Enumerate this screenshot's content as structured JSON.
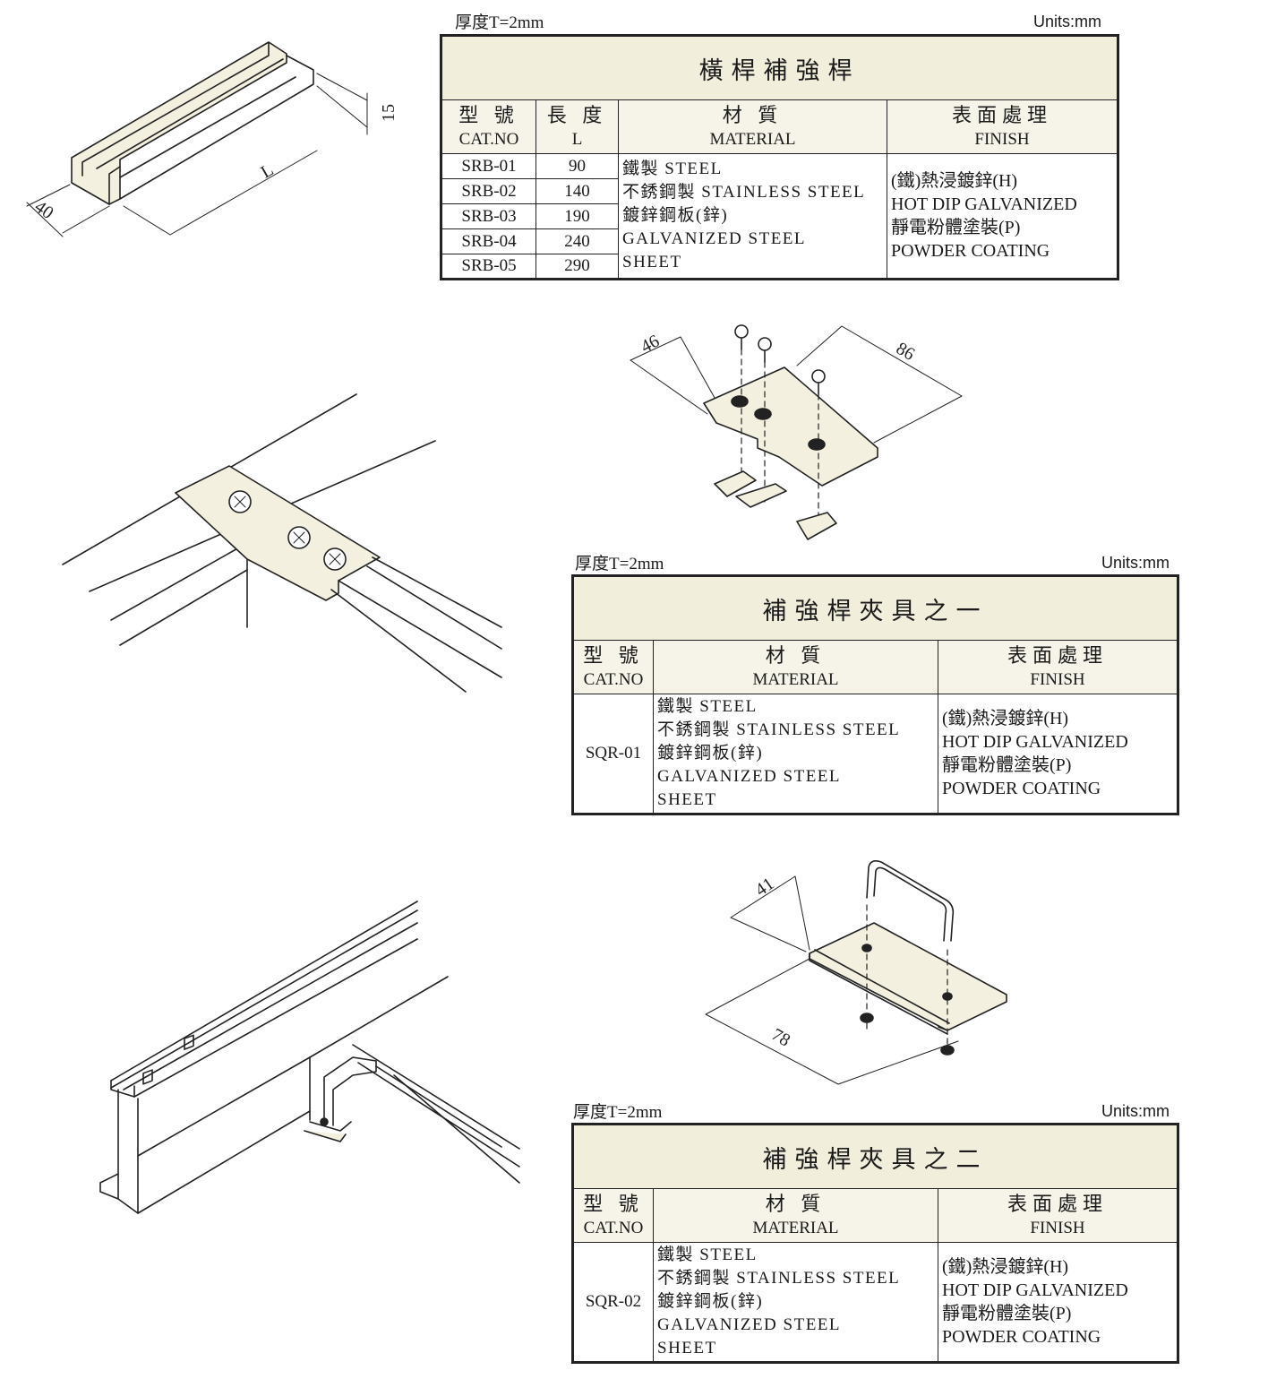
{
  "sections": [
    {
      "thickness": "厚度T=2mm",
      "units": "Units:mm",
      "title": "橫桿補強桿",
      "headers": {
        "cat_zh": "型 號",
        "cat_en": "CAT.NO",
        "len_zh": "長 度",
        "len_en": "L",
        "mat_zh": "材 質",
        "mat_en": "MATERIAL",
        "fin_zh": "表面處理",
        "fin_en": "FINISH"
      },
      "rows": [
        {
          "cat": "SRB-01",
          "len": "90"
        },
        {
          "cat": "SRB-02",
          "len": "140"
        },
        {
          "cat": "SRB-03",
          "len": "190"
        },
        {
          "cat": "SRB-04",
          "len": "240"
        },
        {
          "cat": "SRB-05",
          "len": "290"
        }
      ],
      "material": [
        "鐵製 STEEL",
        "不銹鋼製 STAINLESS STEEL",
        "鍍鋅鋼板(鋅)",
        "GALVANIZED STEEL",
        "SHEET"
      ],
      "finish": [
        "(鐵)熱浸鍍鋅(H)",
        "HOT DIP GALVANIZED",
        "靜電粉體塗裝(P)",
        "POWDER COATING"
      ],
      "dims": {
        "width": "40",
        "height": "15",
        "length": "L"
      }
    },
    {
      "thickness": "厚度T=2mm",
      "units": "Units:mm",
      "title": "補強桿夾具之一",
      "headers": {
        "cat_zh": "型 號",
        "cat_en": "CAT.NO",
        "mat_zh": "材 質",
        "mat_en": "MATERIAL",
        "fin_zh": "表面處理",
        "fin_en": "FINISH"
      },
      "cat": "SQR-01",
      "material": [
        "鐵製 STEEL",
        "不銹鋼製 STAINLESS STEEL",
        "鍍鋅鋼板(鋅)",
        "GALVANIZED STEEL",
        "SHEET"
      ],
      "finish": [
        "(鐵)熱浸鍍鋅(H)",
        "HOT DIP GALVANIZED",
        "靜電粉體塗裝(P)",
        "POWDER COATING"
      ],
      "dims": {
        "width": "46",
        "length": "86"
      }
    },
    {
      "thickness": "厚度T=2mm",
      "units": "Units:mm",
      "title": "補強桿夾具之二",
      "headers": {
        "cat_zh": "型 號",
        "cat_en": "CAT.NO",
        "mat_zh": "材 質",
        "mat_en": "MATERIAL",
        "fin_zh": "表面處理",
        "fin_en": "FINISH"
      },
      "cat": "SQR-02",
      "material": [
        "鐵製 STEEL",
        "不銹鋼製 STAINLESS STEEL",
        "鍍鋅鋼板(鋅)",
        "GALVANIZED STEEL",
        "SHEET"
      ],
      "finish": [
        "(鐵)熱浸鍍鋅(H)",
        "HOT DIP GALVANIZED",
        "靜電粉體塗裝(P)",
        "POWDER COATING"
      ],
      "dims": {
        "width": "41",
        "length": "78"
      }
    }
  ]
}
